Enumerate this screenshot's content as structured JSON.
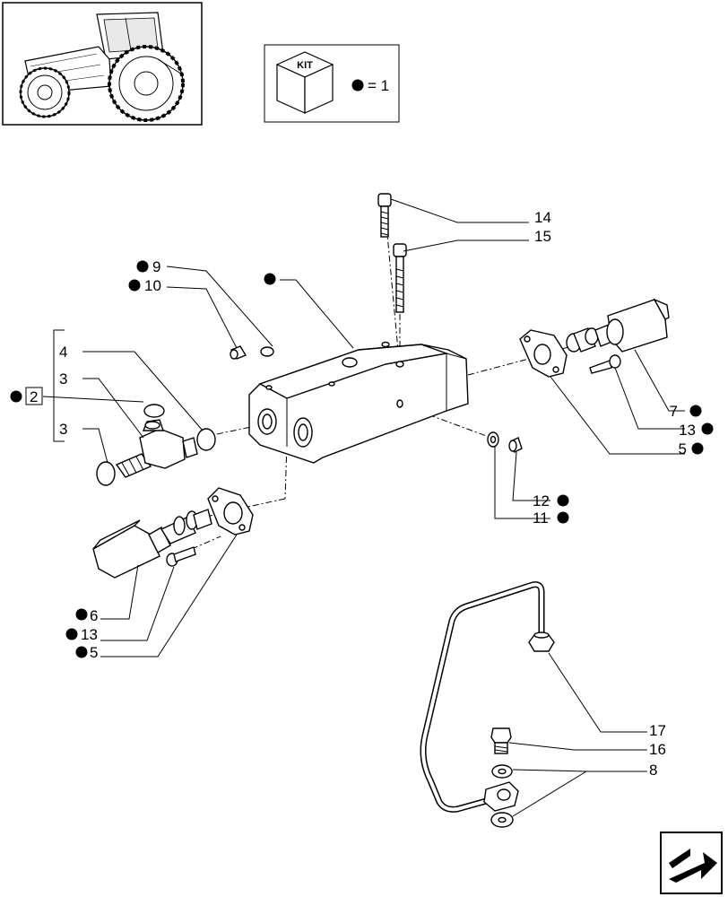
{
  "kit_legend": {
    "box_label": "KIT",
    "equals_text": "= 1"
  },
  "callouts": {
    "c14": "14",
    "c15": "15",
    "c9": "9",
    "c10": "10",
    "c4": "4",
    "c3a": "3",
    "c2": "2",
    "c3b": "3",
    "c7": "7",
    "c13r": "13",
    "c5r": "5",
    "c12": "12",
    "c11": "11",
    "c6": "6",
    "c13l": "13",
    "c5l": "5",
    "c17": "17",
    "c16": "16",
    "c8": "8"
  },
  "icons": {
    "tractor": "tractor-thumbnail-icon",
    "kit": "kit-cube-icon",
    "bullet": "filled-circle-bullet",
    "nav": "next-page-arrow-icon"
  }
}
